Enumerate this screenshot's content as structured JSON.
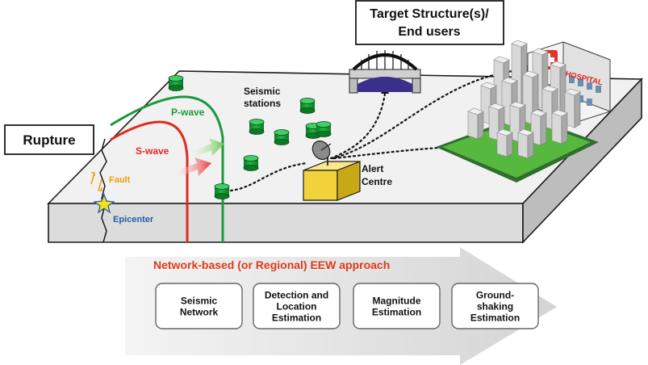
{
  "labels": {
    "target_line1": "Target Structure(s)/",
    "target_line2": "End users",
    "rupture": "Rupture",
    "seismic_line1": "Seismic",
    "seismic_line2": "stations",
    "p_wave": "P-wave",
    "s_wave": "S-wave",
    "fault": "Fault",
    "epicenter": "Epicenter",
    "alert_line1": "Alert",
    "alert_line2": "Centre",
    "hospital": "HOSPITAL"
  },
  "approach": {
    "title": "Network-based (or Regional) EEW approach",
    "steps": [
      {
        "lines": [
          "Seismic",
          "Network"
        ]
      },
      {
        "lines": [
          "Detection and",
          "Location",
          "Estimation"
        ]
      },
      {
        "lines": [
          "Magnitude",
          "Estimation"
        ]
      },
      {
        "lines": [
          "Ground-",
          "shaking",
          "Estimation"
        ]
      }
    ]
  },
  "colors": {
    "p_wave": "#1a9a3a",
    "s_wave": "#e02a20",
    "fault_label": "#e8a010",
    "epicenter_label": "#1f5fa8",
    "approach_title": "#e03a1a",
    "station": "#1aa03a",
    "alert_box": "#f2d23a"
  }
}
